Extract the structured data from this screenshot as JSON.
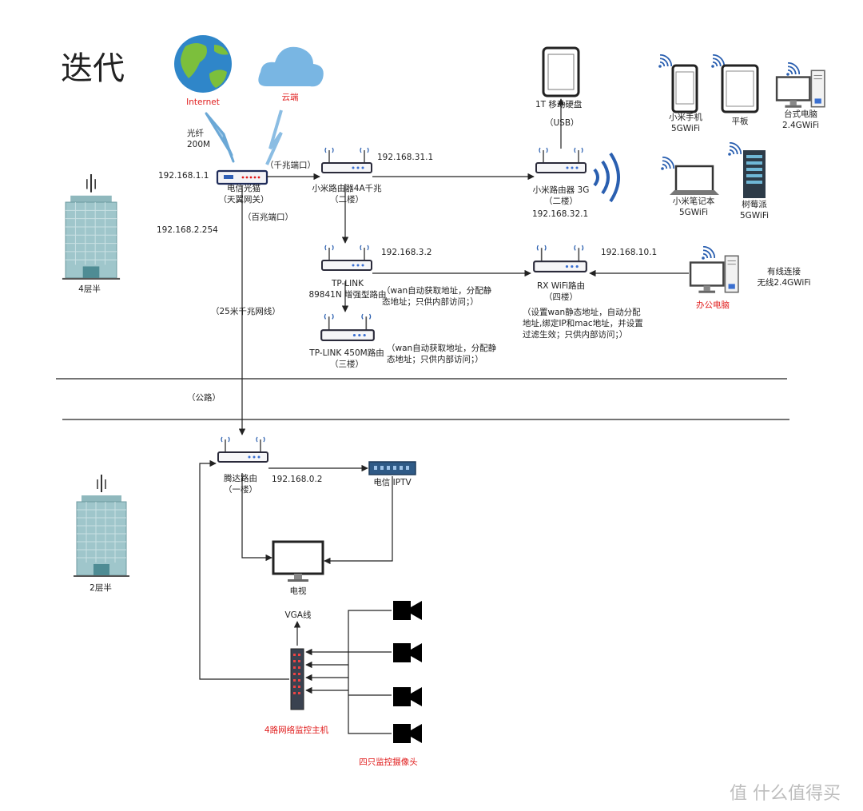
{
  "title": "迭代",
  "internet": "Internet",
  "cloud": "云端",
  "fiber": "光纤\n200M",
  "ip_gateway": "192.168.1.1",
  "modem": "电信光猫\n（天翼网关）",
  "gigabit_port": "（千兆端口）",
  "fast_port": "（百兆端口）",
  "ip_modem_lan": "192.168.2.254",
  "xiaomi4a": "小米路由器4A千兆\n（二楼）",
  "ip_31": "192.168.31.1",
  "xiaomi3g": "小米路由器 3G\n（二楼）",
  "ip_32": "192.168.32.1",
  "usb": "（USB）",
  "hdd": "1T  移动硬盘",
  "phone": "小米手机\n5GWiFi",
  "tablet": "平板",
  "desktop": "台式电脑\n2.4GWiFi",
  "laptop": "小米笔记本\n5GWiFi",
  "raspberry": "树莓派\n5GWiFi",
  "ip_3_2": "192.168.3.2",
  "tplink1": "TP-LINK\n89841N 增强型路由",
  "tplink1_note": "（wan自动获取地址，分配静\n态地址；只供内部访问；）",
  "tplink2": "TP-LINK 450M路由\n（三楼）",
  "tplink2_note": "（wan自动获取地址，分配静\n态地址；只供内部访问；）",
  "rx": "RX WiFi路由\n（四楼）",
  "rx_note": "（设置wan静态地址，自动分配\n地址,绑定IP和mac地址，并设置\n过滤生效；只供内部访问；）",
  "ip_10_1": "192.168.10.1",
  "office_pc": "办公电脑",
  "office_conn": "有线连接\n无线2.4GWiFi",
  "building4": "4层半",
  "cable": "（25米千兆网线）",
  "road": "（公路）",
  "tenda": "腾达路由\n（一楼）",
  "ip_0_2": "192.168.0.2",
  "iptv": "电信 IPTV",
  "tv": "电视",
  "vga": "VGA线",
  "nvr": "4路网络监控主机",
  "cameras": "四只监控摄像头",
  "building2": "2层半",
  "watermark": "值 什么值得买"
}
